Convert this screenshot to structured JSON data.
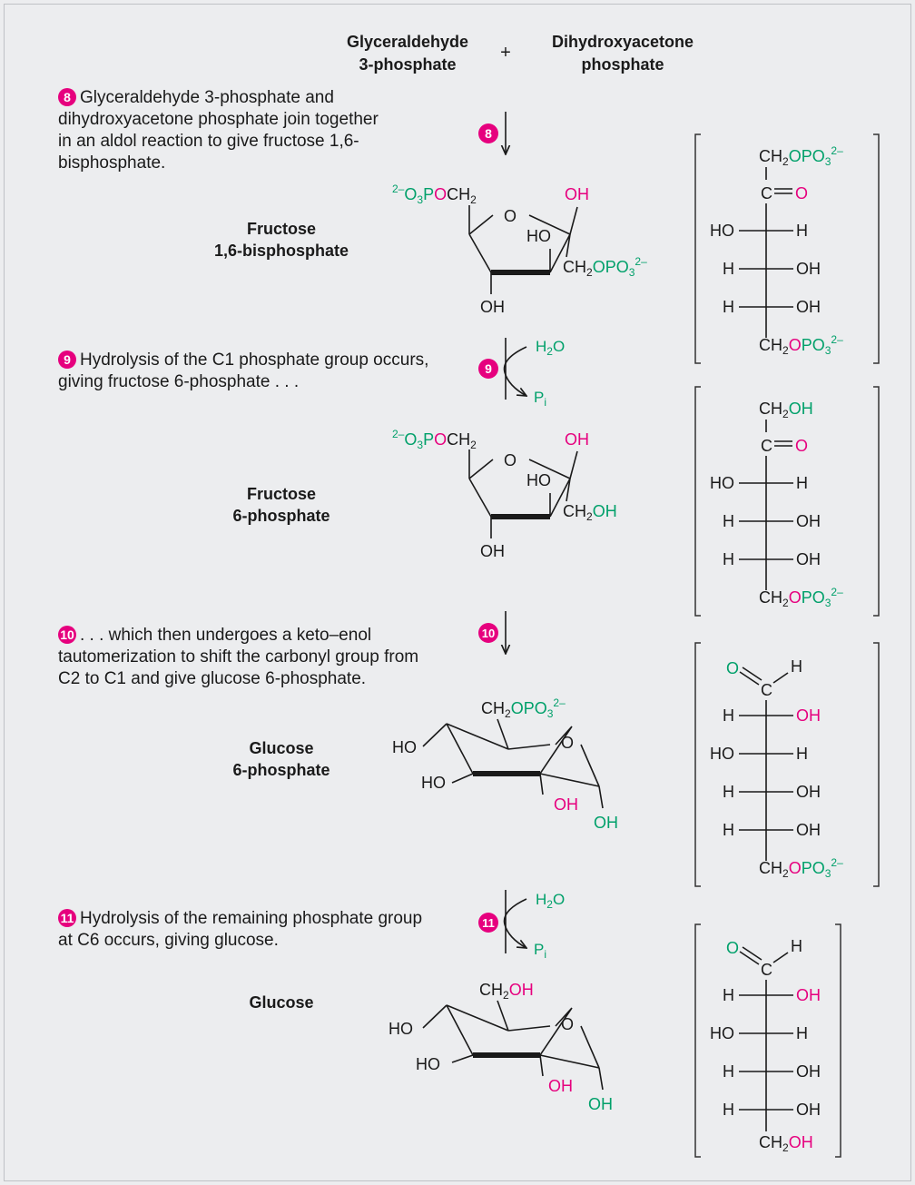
{
  "header": {
    "reactant1_line1": "Glyceraldehyde",
    "reactant1_line2": "3-phosphate",
    "plus": "+",
    "reactant2_line1": "Dihydroxyacetone",
    "reactant2_line2": "phosphate"
  },
  "steps": [
    {
      "number": "8",
      "description": "Glyceraldehyde 3-phosphate and dihydroxyacetone phosphate join together in an aldol reaction to give fructose 1,6-bisphosphate."
    },
    {
      "number": "9",
      "description": "Hydrolysis of the C1 phosphate group occurs, giving fructose 6-phosphate . . ."
    },
    {
      "number": "10",
      "description": ". . . which then undergoes a keto–enol tautomerization to shift the carbonyl group from C2 to C1 and give glucose 6-phosphate."
    },
    {
      "number": "11",
      "description": "Hydrolysis of the remaining phosphate group at C6 occurs, giving glucose."
    }
  ],
  "compounds": [
    {
      "line1": "Fructose",
      "line2": "1,6-bisphosphate"
    },
    {
      "line1": "Fructose",
      "line2": "6-phosphate"
    },
    {
      "line1": "Glucose",
      "line2": "6-phosphate"
    },
    {
      "line1": "Glucose",
      "line2": ""
    }
  ],
  "reagents": {
    "water": "H2O",
    "phosphate": "Pi"
  },
  "atoms": {
    "H": "H",
    "C": "C",
    "O": "O",
    "HO": "HO",
    "OH": "OH",
    "CH": "CH",
    "sub2": "2",
    "sub3": "3",
    "charge": "2–",
    "PO": "PO",
    "eq": "="
  },
  "colors": {
    "magenta": "#e6007e",
    "green": "#00a06a",
    "text": "#1a1a1a",
    "panel": "#ecedef",
    "bracket": "#333333"
  }
}
